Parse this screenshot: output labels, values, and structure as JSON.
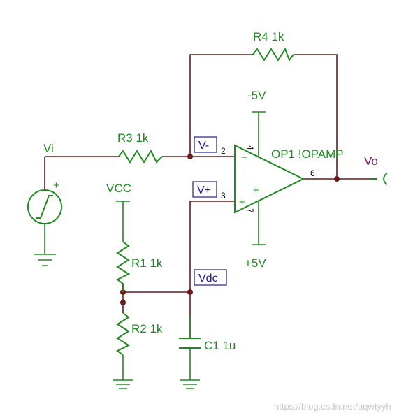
{
  "components": {
    "r4": "R4 1k",
    "r3": "R3 1k",
    "r1": "R1 1k",
    "r2": "R2 1k",
    "c1": "C1 1u",
    "op1": "OP1 !OPAMP"
  },
  "supplies": {
    "neg": "-5V",
    "pos": "+5V",
    "vcc": "VCC"
  },
  "nets": {
    "vi": "Vi",
    "vo": "Vo",
    "vminus": "V-",
    "vplus": "V+",
    "vdc": "Vdc"
  },
  "pins": {
    "p2": "2",
    "p3": "3",
    "p4": "4",
    "p6": "6",
    "p7": "7",
    "minus": "−",
    "plus": "+",
    "src_plus": "+"
  },
  "watermark": "https://blog.csdn.net/aqwtyyh"
}
